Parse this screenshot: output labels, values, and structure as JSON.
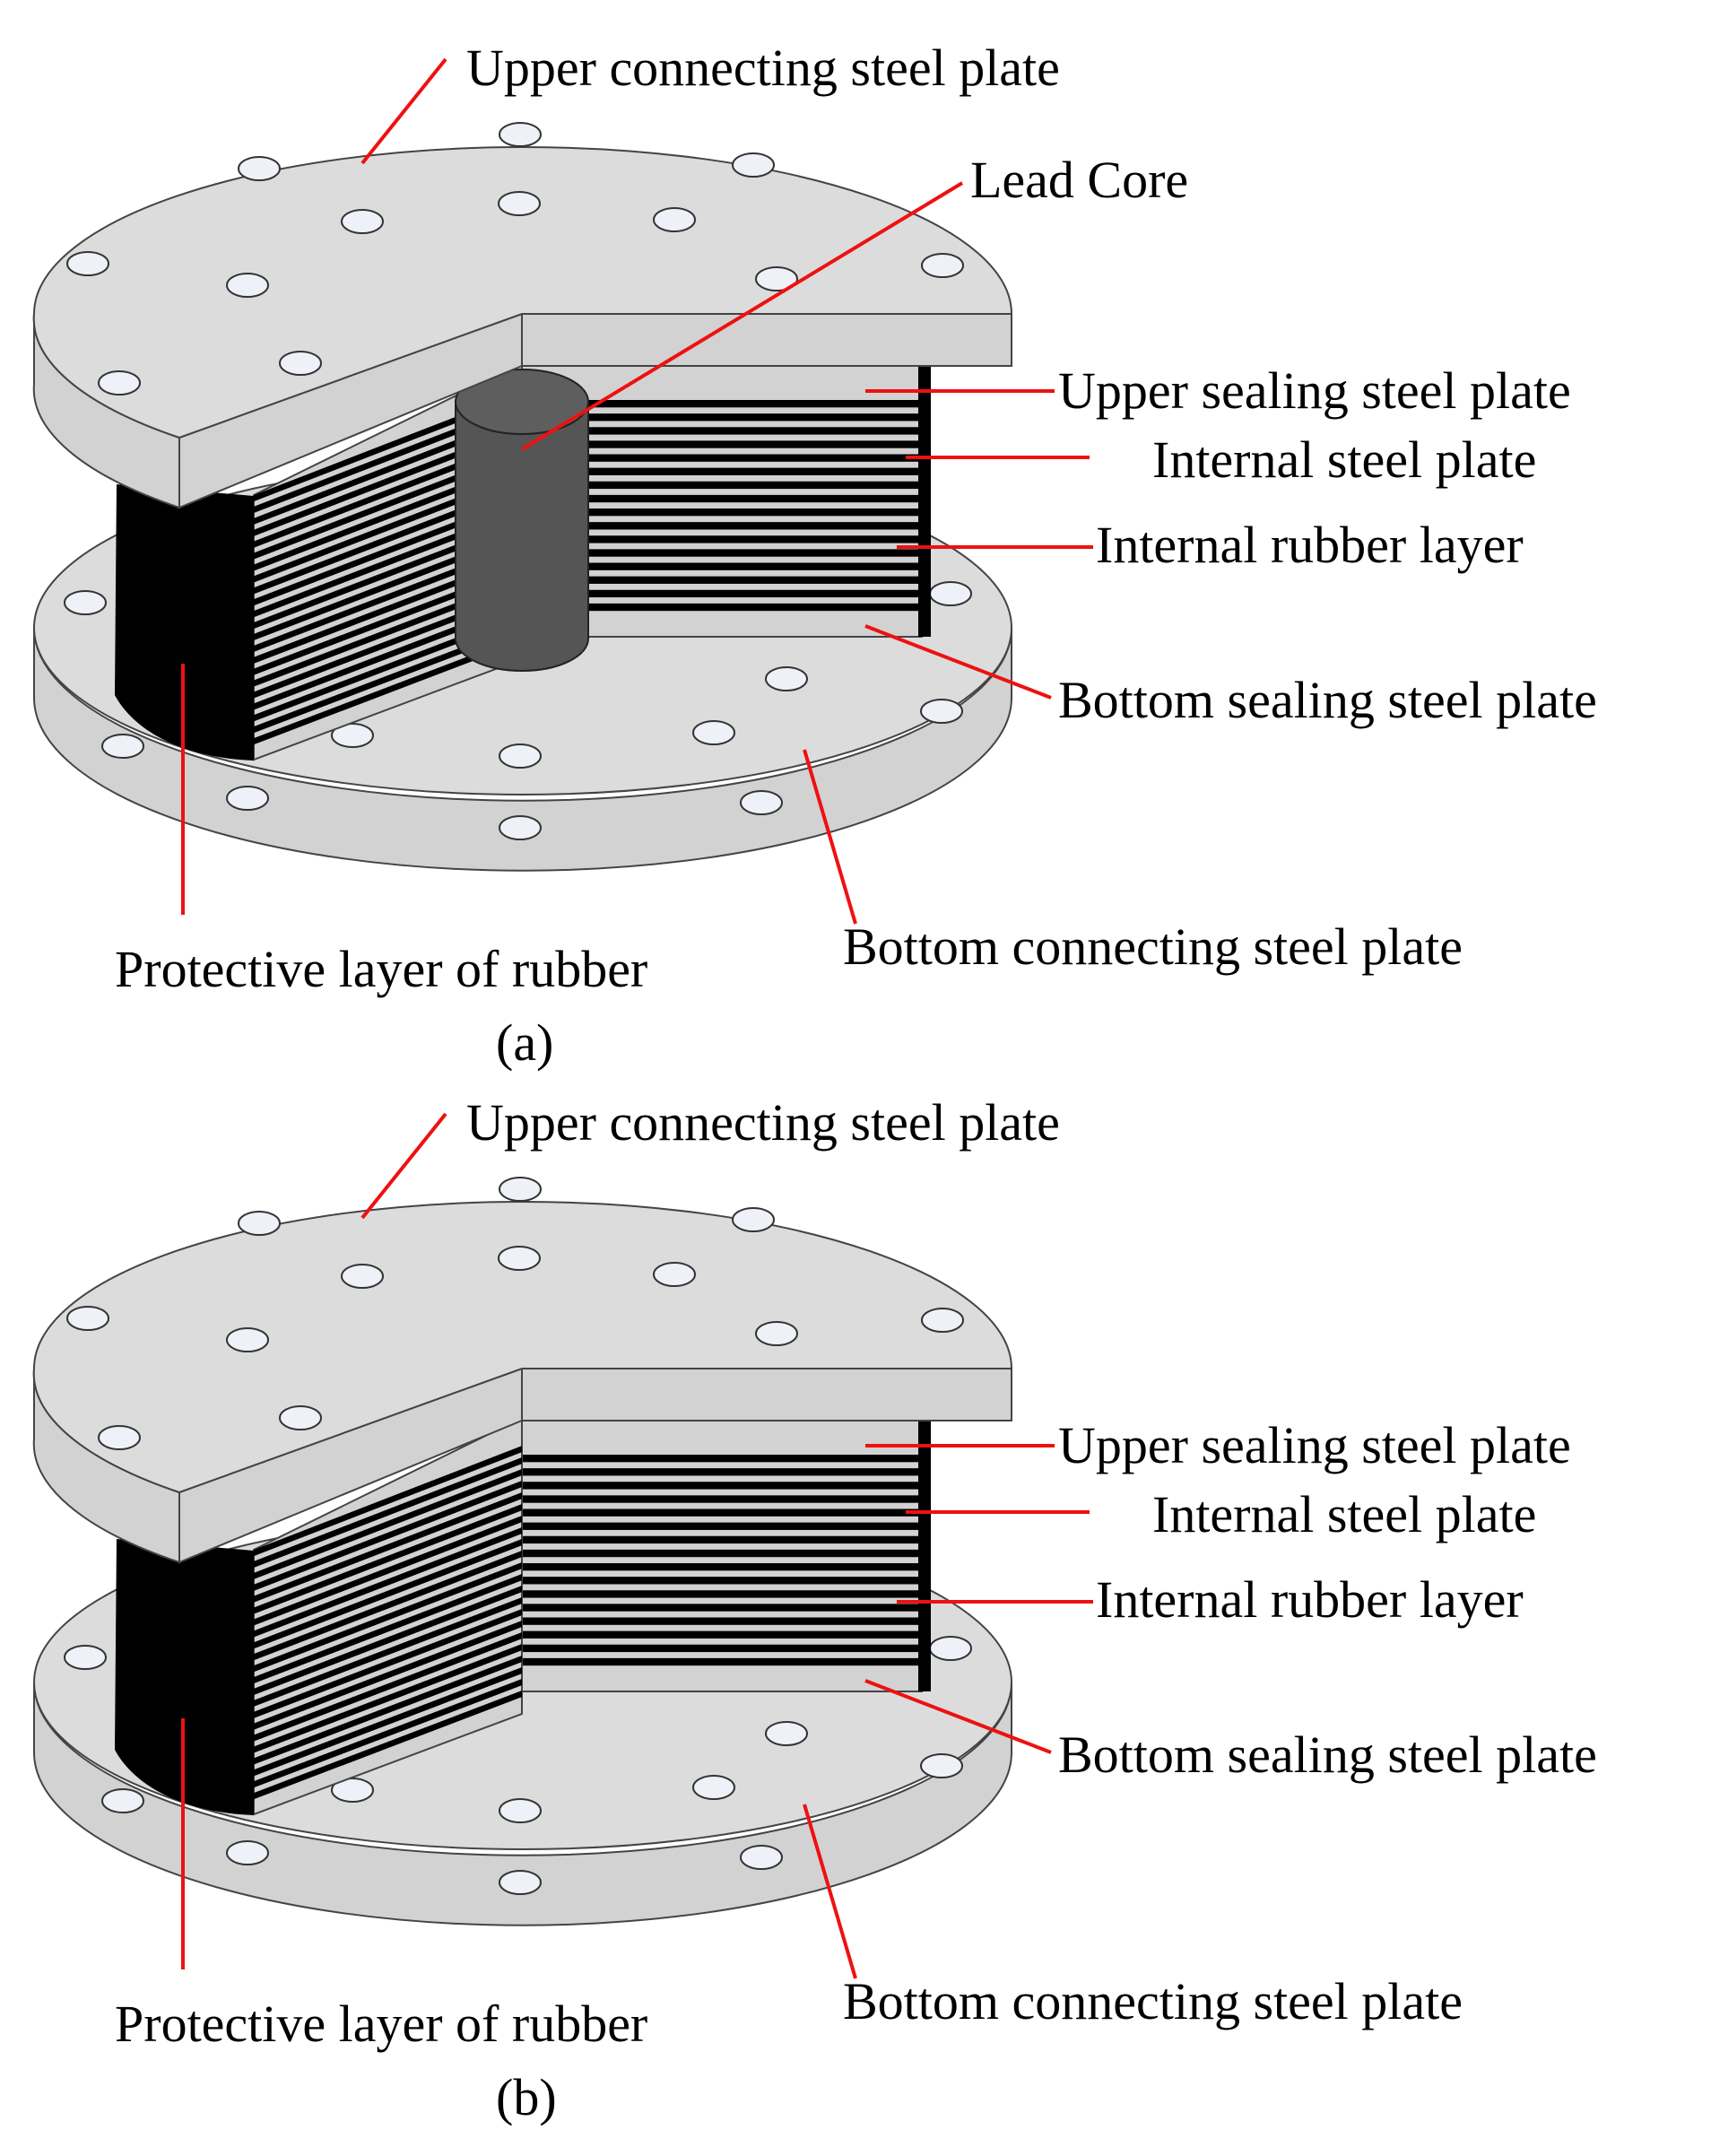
{
  "colors": {
    "plate_fill": "#dcdcdc",
    "plate_side": "#d2d2d2",
    "plate_stroke": "#444444",
    "hole_fill": "#eef2f8",
    "rubber_black": "#000000",
    "stripe_white": "#ffffff",
    "lead_core": "#555555",
    "leader_red": "#ee1111"
  },
  "panels": [
    {
      "id": "a",
      "caption": "(a)",
      "has_lead_core": true,
      "labels": {
        "upper_connecting": "Upper connecting steel plate",
        "lead_core": "Lead Core",
        "upper_sealing": "Upper sealing steel plate",
        "internal_steel": "Internal steel  plate",
        "internal_rubber": "Internal rubber layer",
        "bottom_sealing": "Bottom sealing steel plate",
        "bottom_connecting": "Bottom connecting steel plate",
        "protective_rubber": "Protective layer of rubber"
      }
    },
    {
      "id": "b",
      "caption": "(b)",
      "has_lead_core": false,
      "labels": {
        "upper_connecting": "Upper connecting steel plate",
        "upper_sealing": "Upper sealing steel plate",
        "internal_steel": "Internal steel  plate",
        "internal_rubber": "Internal rubber layer",
        "bottom_sealing": "Bottom sealing steel plate",
        "bottom_connecting": "Bottom connecting steel plate",
        "protective_rubber": "Protective layer of rubber"
      }
    }
  ]
}
